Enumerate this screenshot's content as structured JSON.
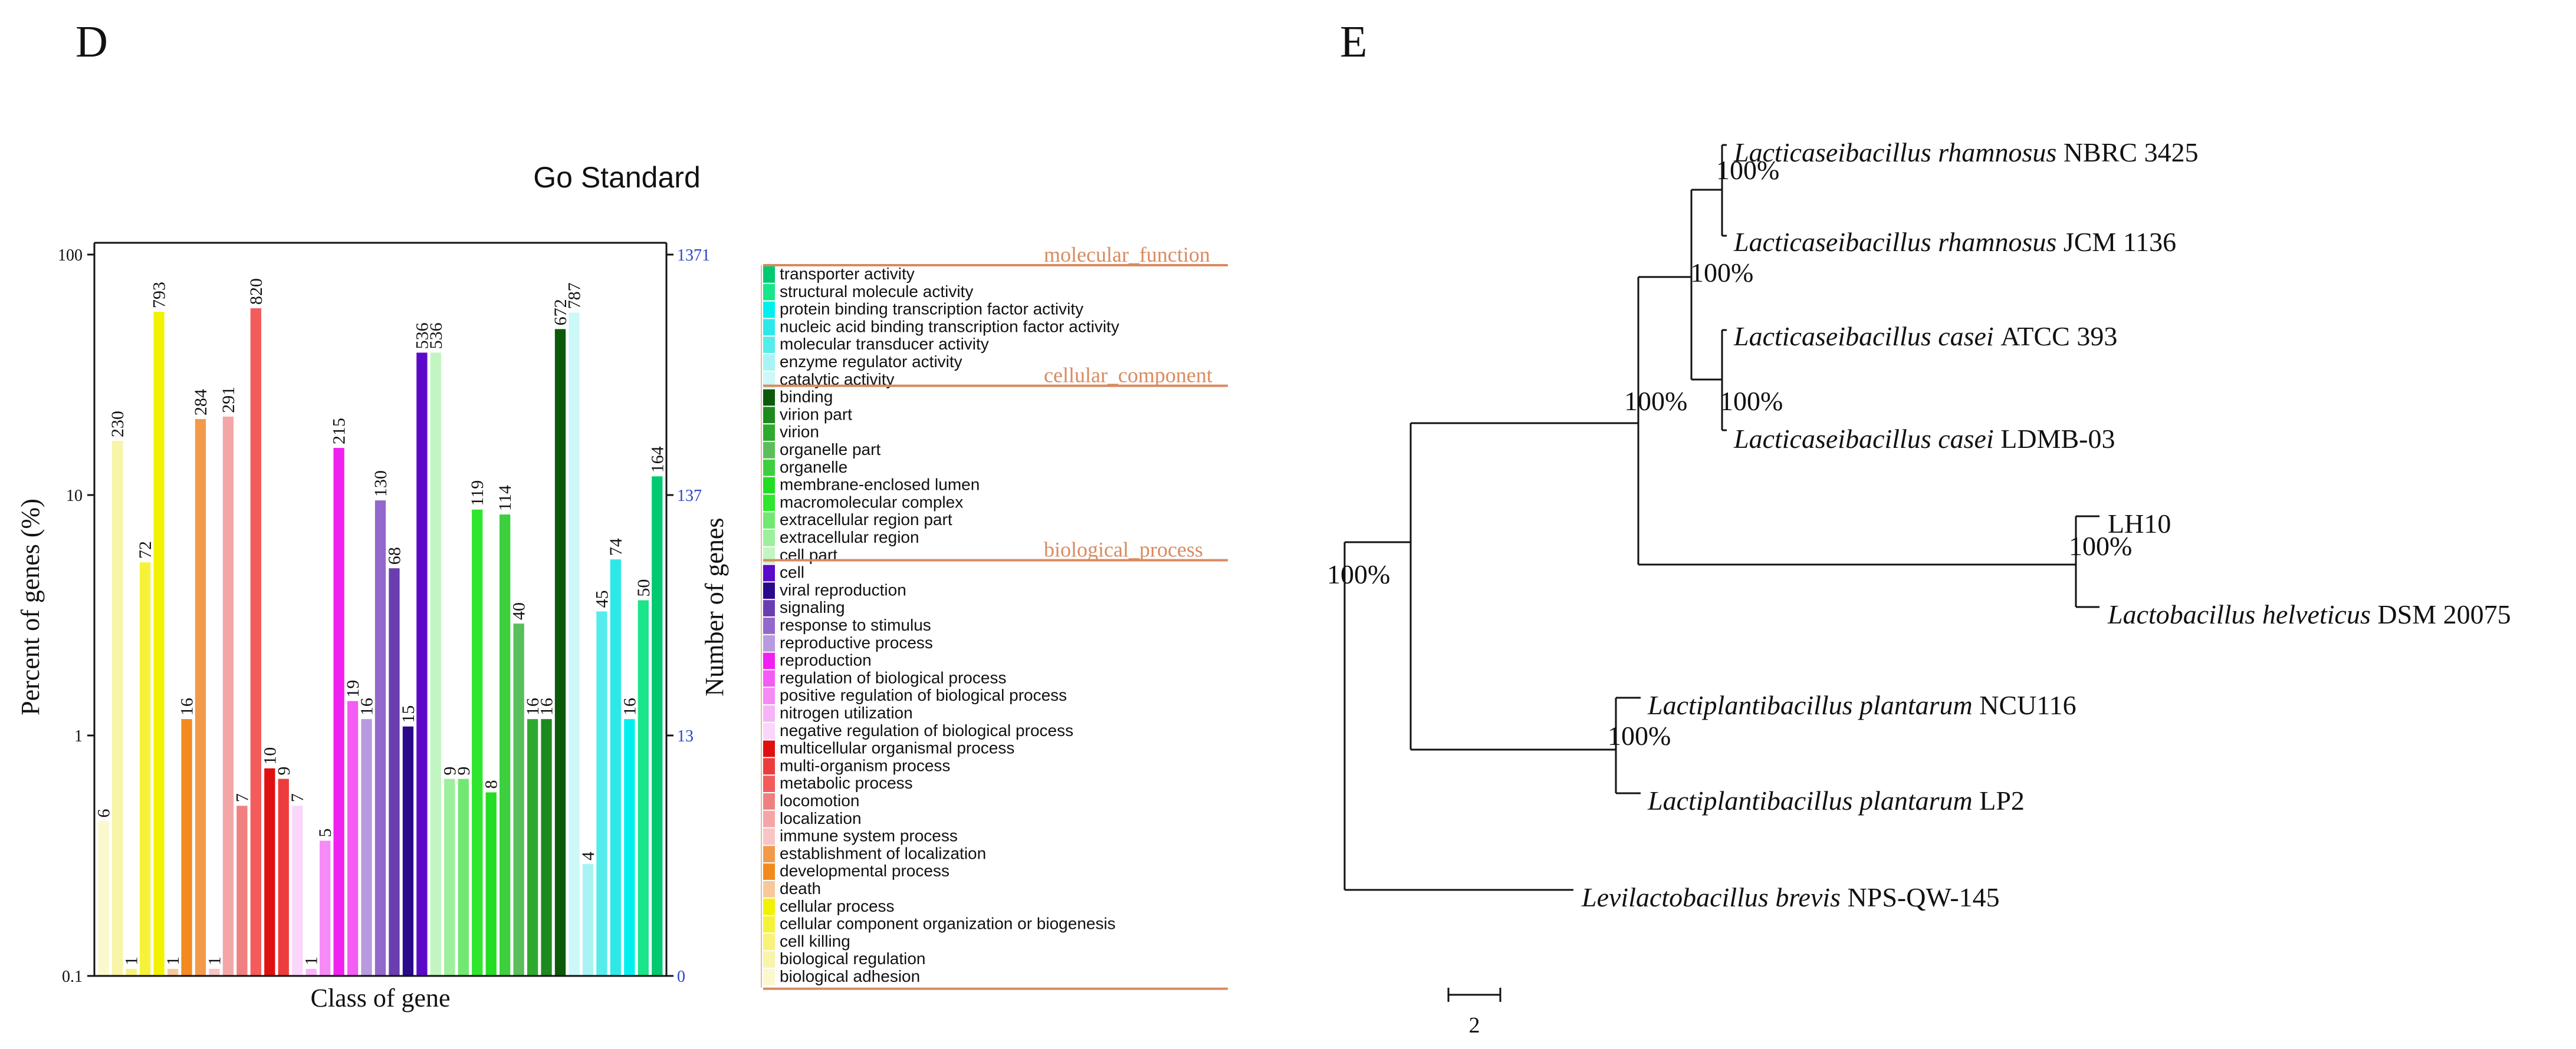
{
  "panels": {
    "left": "D",
    "right": "E"
  },
  "chart_data": [
    {
      "type": "bar",
      "title": "Go Standard",
      "xlabel": "Class of gene",
      "ylabel": "Percent of genes (%)",
      "ylabel_right": "Number of genes",
      "y_scale": "log",
      "ylim": [
        0.1,
        100
      ],
      "y_ticks": [
        "100",
        "10",
        "1",
        "0.1"
      ],
      "y_ticks_right": [
        "1371",
        "137",
        "13",
        "0"
      ],
      "legend_placement": "right",
      "groups": [
        {
          "name": "molecular_function",
          "categories": [
            {
              "label": "transporter activity",
              "color": "#00c96f"
            },
            {
              "label": "structural molecule activity",
              "color": "#19e58a"
            },
            {
              "label": "protein binding transcription factor activity",
              "color": "#00f0f0"
            },
            {
              "label": "nucleic acid binding transcription factor activity",
              "color": "#2ee8e8"
            },
            {
              "label": "molecular transducer activity",
              "color": "#55ecec"
            },
            {
              "label": "enzyme regulator activity",
              "color": "#a8f4f4"
            },
            {
              "label": "catalytic activity",
              "color": "#ccf8f8"
            }
          ]
        },
        {
          "name": "cellular_component",
          "categories": [
            {
              "label": "binding",
              "color": "#0a5a0a"
            },
            {
              "label": "virion part",
              "color": "#1d8a1d"
            },
            {
              "label": "virion",
              "color": "#2eaa2e"
            },
            {
              "label": "organelle part",
              "color": "#5abf5a"
            },
            {
              "label": "organelle",
              "color": "#3ecf3e"
            },
            {
              "label": "membrane-enclosed lumen",
              "color": "#22dd22"
            },
            {
              "label": "macromolecular complex",
              "color": "#2ee62e"
            },
            {
              "label": "extracellular region part",
              "color": "#72e872"
            },
            {
              "label": "extracellular region",
              "color": "#9cef9c"
            },
            {
              "label": "cell part",
              "color": "#c2f5c2"
            }
          ]
        },
        {
          "name": "biological_process",
          "categories": [
            {
              "label": "cell",
              "color": "#5a0ac8"
            },
            {
              "label": "viral reproduction",
              "color": "#2a0a8a"
            },
            {
              "label": "signaling",
              "color": "#6a3eb0"
            },
            {
              "label": "response to stimulus",
              "color": "#9368cc"
            },
            {
              "label": "reproductive process",
              "color": "#b89ae0"
            },
            {
              "label": "reproduction",
              "color": "#f020f0"
            },
            {
              "label": "regulation of biological process",
              "color": "#f45cf4"
            },
            {
              "label": "positive regulation of biological process",
              "color": "#f68af6"
            },
            {
              "label": "nitrogen utilization",
              "color": "#f8b4f8"
            },
            {
              "label": "negative regulation of biological process",
              "color": "#fad6fa"
            },
            {
              "label": "multicellular organismal process",
              "color": "#e01010"
            },
            {
              "label": "multi-organism process",
              "color": "#ee3c3c"
            },
            {
              "label": "metabolic process",
              "color": "#f45c5c"
            },
            {
              "label": "locomotion",
              "color": "#f08080"
            },
            {
              "label": "localization",
              "color": "#f4a6a6"
            },
            {
              "label": "immune system process",
              "color": "#f8c4c4"
            },
            {
              "label": "establishment of localization",
              "color": "#f29a4a"
            },
            {
              "label": "developmental process",
              "color": "#f28a20"
            },
            {
              "label": "death",
              "color": "#f8c89a"
            },
            {
              "label": "cellular process",
              "color": "#f2f200"
            },
            {
              "label": "cellular component organization or biogenesis",
              "color": "#f6f23a"
            },
            {
              "label": "cell killing",
              "color": "#f8f27a"
            },
            {
              "label": "biological regulation",
              "color": "#f8f4a8"
            },
            {
              "label": "biological adhesion",
              "color": "#fbf8cc"
            }
          ]
        }
      ],
      "series": [
        {
          "label": "6",
          "value": 0.44,
          "color": "#fbf8cc"
        },
        {
          "label": "230",
          "value": 16.8,
          "color": "#f8f4a8"
        },
        {
          "label": "1",
          "value": 0.107,
          "color": "#f8f27a"
        },
        {
          "label": "72",
          "value": 5.25,
          "color": "#f6f23a"
        },
        {
          "label": "793",
          "value": 57.8,
          "color": "#f2f200"
        },
        {
          "label": "1",
          "value": 0.107,
          "color": "#f8c89a"
        },
        {
          "label": "16",
          "value": 1.17,
          "color": "#f28a20"
        },
        {
          "label": "284",
          "value": 20.7,
          "color": "#f29a4a"
        },
        {
          "label": "1",
          "value": 0.107,
          "color": "#f8c4c4"
        },
        {
          "label": "291",
          "value": 21.2,
          "color": "#f4a6a6"
        },
        {
          "label": "7",
          "value": 0.51,
          "color": "#f08080"
        },
        {
          "label": "820",
          "value": 59.8,
          "color": "#f45c5c"
        },
        {
          "label": "10",
          "value": 0.73,
          "color": "#e01010"
        },
        {
          "label": "9",
          "value": 0.66,
          "color": "#ee3c3c"
        },
        {
          "label": "7",
          "value": 0.51,
          "color": "#fad6fa"
        },
        {
          "label": "1",
          "value": 0.107,
          "color": "#f8b4f8"
        },
        {
          "label": "5",
          "value": 0.365,
          "color": "#f68af6"
        },
        {
          "label": "215",
          "value": 15.7,
          "color": "#f020f0"
        },
        {
          "label": "19",
          "value": 1.39,
          "color": "#f45cf4"
        },
        {
          "label": "16",
          "value": 1.17,
          "color": "#b89ae0"
        },
        {
          "label": "130",
          "value": 9.5,
          "color": "#9368cc"
        },
        {
          "label": "68",
          "value": 4.96,
          "color": "#6a3eb0"
        },
        {
          "label": "15",
          "value": 1.09,
          "color": "#2a0a8a"
        },
        {
          "label": "536",
          "value": 39.1,
          "color": "#5a0ac8"
        },
        {
          "label": "536",
          "value": 39.1,
          "color": "#c2f5c2"
        },
        {
          "label": "9",
          "value": 0.66,
          "color": "#9cef9c"
        },
        {
          "label": "9",
          "value": 0.66,
          "color": "#72e872"
        },
        {
          "label": "119",
          "value": 8.7,
          "color": "#2ee62e"
        },
        {
          "label": "8",
          "value": 0.58,
          "color": "#22dd22"
        },
        {
          "label": "114",
          "value": 8.3,
          "color": "#3ecf3e"
        },
        {
          "label": "40",
          "value": 2.92,
          "color": "#5abf5a"
        },
        {
          "label": "16",
          "value": 1.17,
          "color": "#2eaa2e"
        },
        {
          "label": "16",
          "value": 1.17,
          "color": "#1d8a1d"
        },
        {
          "label": "672",
          "value": 49.0,
          "color": "#0a5a0a"
        },
        {
          "label": "787",
          "value": 57.4,
          "color": "#ccf8f8"
        },
        {
          "label": "4",
          "value": 0.292,
          "color": "#a8f4f4"
        },
        {
          "label": "45",
          "value": 3.28,
          "color": "#55ecec"
        },
        {
          "label": "74",
          "value": 5.4,
          "color": "#2ee8e8"
        },
        {
          "label": "16",
          "value": 1.17,
          "color": "#00f0f0"
        },
        {
          "label": "50",
          "value": 3.65,
          "color": "#19e58a"
        },
        {
          "label": "164",
          "value": 11.96,
          "color": "#00c96f"
        }
      ]
    },
    {
      "type": "tree",
      "scale_bar": "2",
      "leaves": [
        {
          "genus_species": "Lacticaseibacillus rhamnosus",
          "strain": "NBRC 3425"
        },
        {
          "genus_species": "Lacticaseibacillus rhamnosus",
          "strain": "JCM 1136"
        },
        {
          "genus_species": "Lacticaseibacillus casei",
          "strain": "ATCC 393"
        },
        {
          "genus_species": "Lacticaseibacillus casei",
          "strain": "LDMB-03"
        },
        {
          "genus_species": "",
          "strain": "LH10"
        },
        {
          "genus_species": "Lactobacillus helveticus",
          "strain": "DSM 20075"
        },
        {
          "genus_species": "Lactiplantibacillus plantarum",
          "strain": "NCU116"
        },
        {
          "genus_species": "Lactiplantibacillus plantarum",
          "strain": "LP2"
        },
        {
          "genus_species": "Levilactobacillus brevis",
          "strain": "NPS-QW-145"
        }
      ],
      "support": [
        "100%",
        "100%",
        "100%",
        "100%",
        "100%",
        "100%",
        "100%"
      ]
    }
  ]
}
